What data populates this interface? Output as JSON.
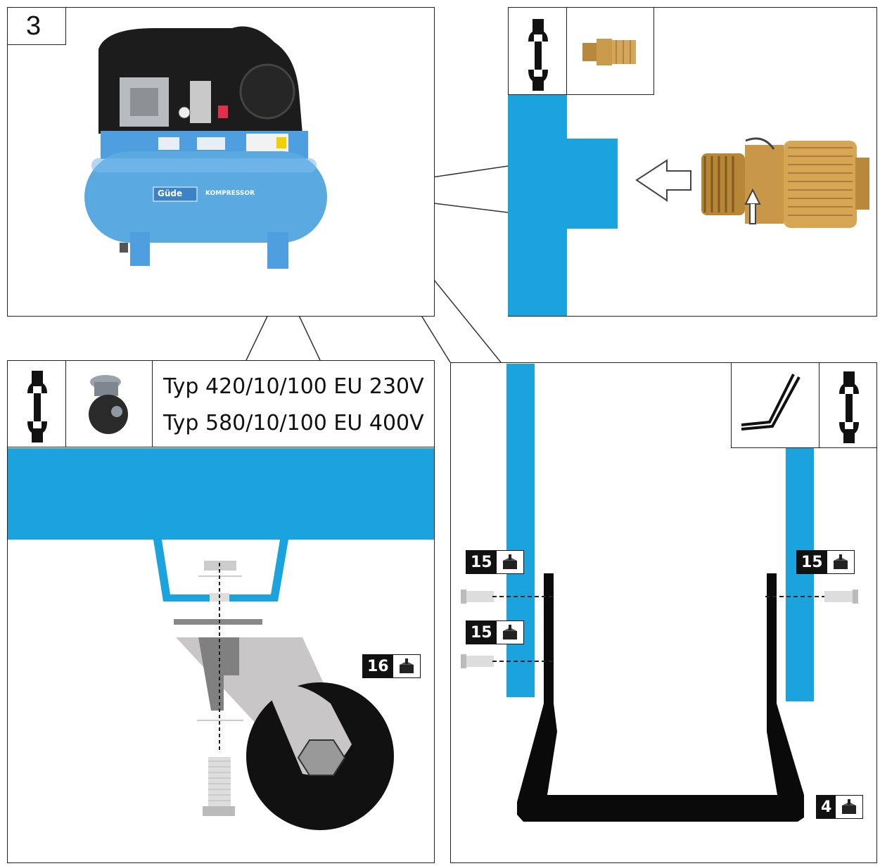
{
  "step": {
    "number": "3"
  },
  "caster_panel": {
    "type_lines": [
      "Typ 420/10/100 EU 230V",
      "Typ 580/10/100 EU 400V"
    ],
    "part_badge": "16"
  },
  "frame_panel": {
    "left_badge_top": "15",
    "left_badge_bottom": "15",
    "right_badge": "15",
    "frame_badge": "4"
  },
  "compressor": {
    "brand_label": "Güde",
    "product_label": "KOMPRESSOR"
  },
  "colors": {
    "accent_blue": "#1aa3dd",
    "compressor_blue": "#5aa9e0",
    "line": "#222222"
  },
  "icons": [
    "wrench-icon",
    "coupling-part-icon",
    "caster-wheel-icon",
    "handle-part-icon",
    "parts-box-icon"
  ]
}
